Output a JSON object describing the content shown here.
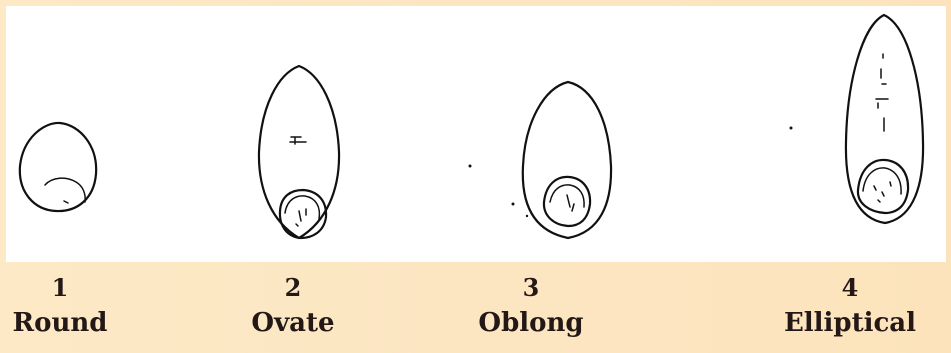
{
  "shapes": [
    {
      "number": "1",
      "name": "Round",
      "icon": "round-grain-icon"
    },
    {
      "number": "2",
      "name": "Ovate",
      "icon": "ovate-grain-icon"
    },
    {
      "number": "3",
      "name": "Oblong",
      "icon": "oblong-grain-icon"
    },
    {
      "number": "4",
      "name": "Elliptical",
      "icon": "elliptical-grain-icon"
    }
  ],
  "colors": {
    "background": "#fde9c6",
    "panel": "#ffffff",
    "ink": "#111111",
    "label": "#231815"
  }
}
